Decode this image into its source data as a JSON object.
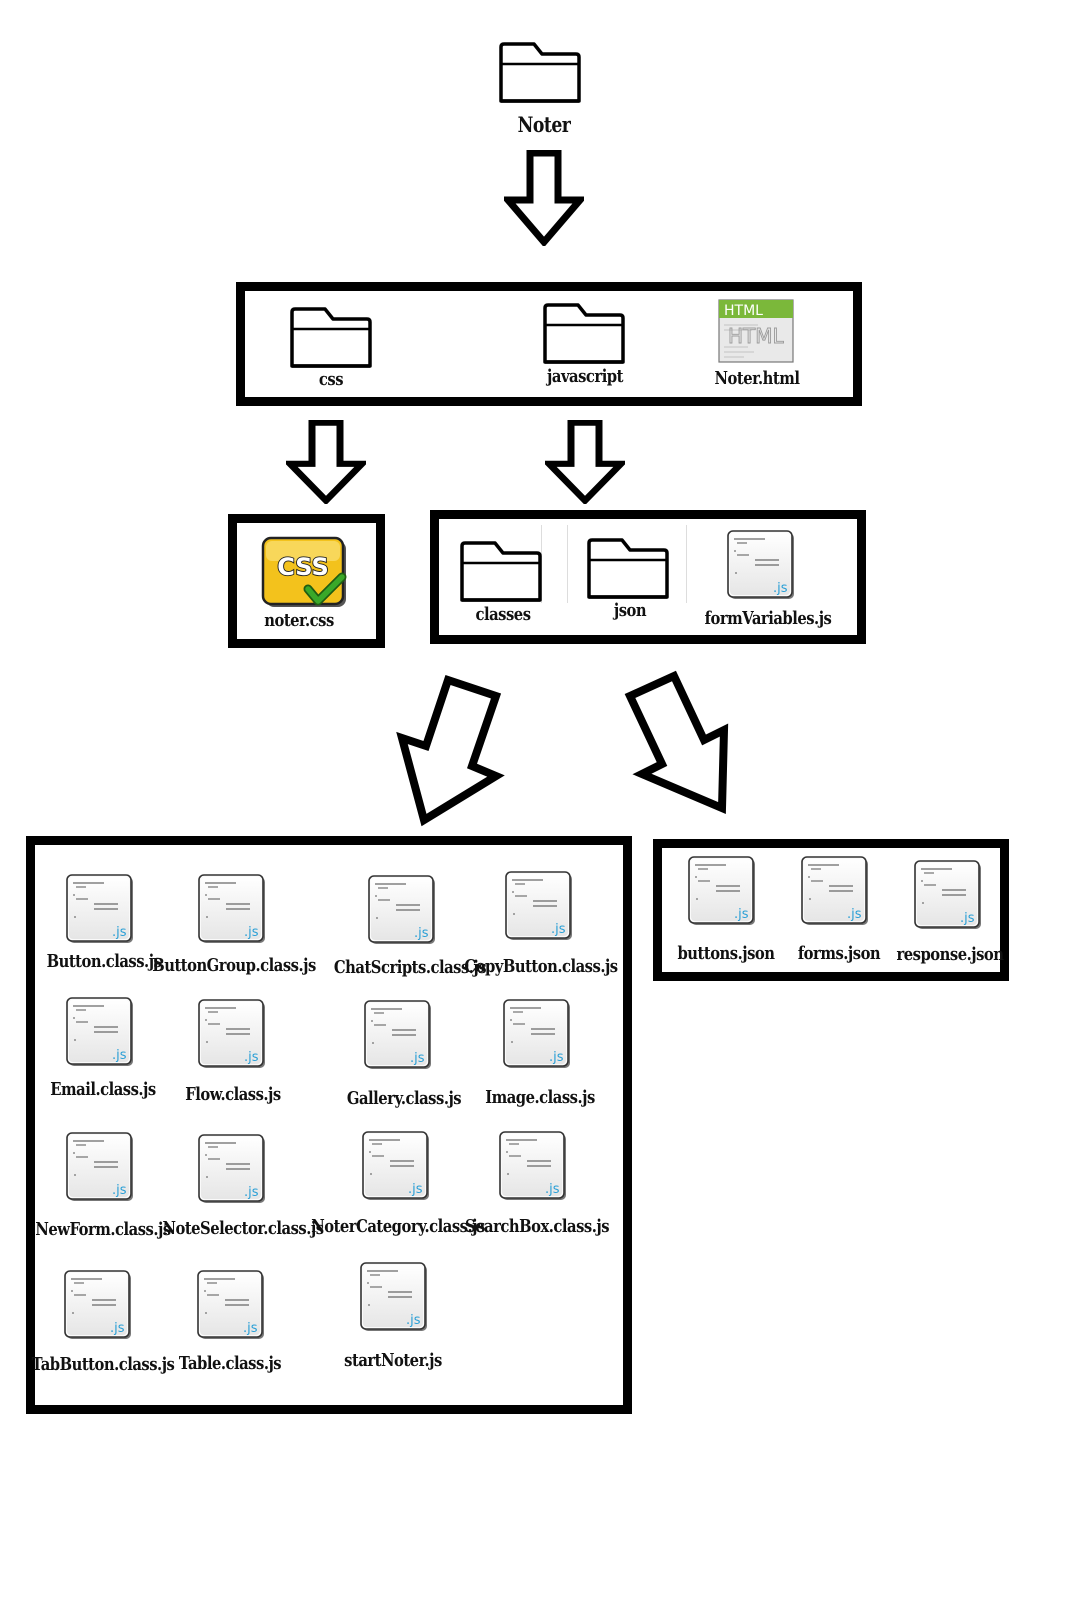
{
  "root": {
    "name": "Noter",
    "icon": "folder-icon"
  },
  "level1": {
    "items": [
      {
        "name": "css",
        "icon": "folder-icon"
      },
      {
        "name": "javascript",
        "icon": "folder-icon"
      },
      {
        "name": "Noter.html",
        "icon": "html-file-icon",
        "badge_top": "HTML",
        "badge_body": "HTML"
      }
    ]
  },
  "css_folder": {
    "items": [
      {
        "name": "noter.css",
        "icon": "css-file-icon",
        "badge": "CSS"
      }
    ]
  },
  "javascript_folder": {
    "items": [
      {
        "name": "classes",
        "icon": "folder-icon"
      },
      {
        "name": "json",
        "icon": "folder-icon"
      },
      {
        "name": "formVariables.js",
        "icon": "js-file-icon"
      }
    ]
  },
  "classes_folder": {
    "items": [
      {
        "name": "Button.class.js"
      },
      {
        "name": "ButtonGroup.class.js"
      },
      {
        "name": "ChatScripts.class.js"
      },
      {
        "name": "CopyButton.class.js"
      },
      {
        "name": "Email.class.js"
      },
      {
        "name": "Flow.class.js"
      },
      {
        "name": "Gallery.class.js"
      },
      {
        "name": "Image.class.js"
      },
      {
        "name": "NewForm.class.js"
      },
      {
        "name": "NoteSelector.class.js"
      },
      {
        "name": "NoterCategory.class.js"
      },
      {
        "name": "SearchBox.class.js"
      },
      {
        "name": "TabButton.class.js"
      },
      {
        "name": "Table.class.js"
      },
      {
        "name": "startNoter.js"
      }
    ]
  },
  "json_folder": {
    "items": [
      {
        "name": "buttons.json"
      },
      {
        "name": "forms.json"
      },
      {
        "name": "response.json"
      }
    ]
  },
  "file_badge": ".JS",
  "colors": {
    "outline": "#000000",
    "js_accent": "#2a9fd6",
    "css_yellow": "#f3c21c",
    "check_green": "#3aa829",
    "html_green": "#7bb83a"
  }
}
